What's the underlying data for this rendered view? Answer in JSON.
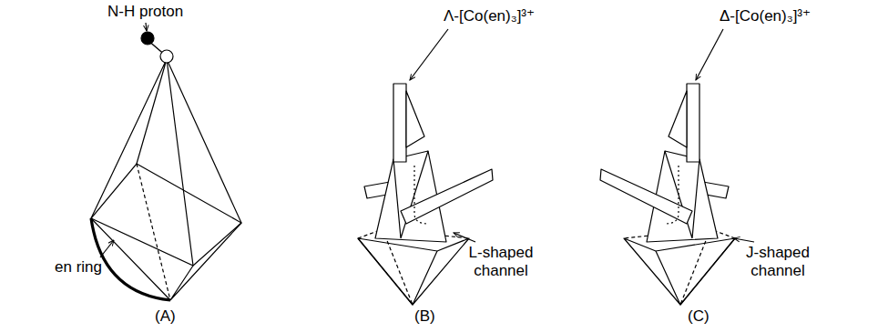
{
  "diagram": {
    "labels": [
      "N-H proton",
      "en ring",
      "(A)",
      "Λ-[Co(en)₃]³⁺",
      "L-shaped channel",
      "(B)",
      "Δ-[Co(en)₃]³⁺",
      "J-shaped channel",
      "(C)"
    ]
  }
}
